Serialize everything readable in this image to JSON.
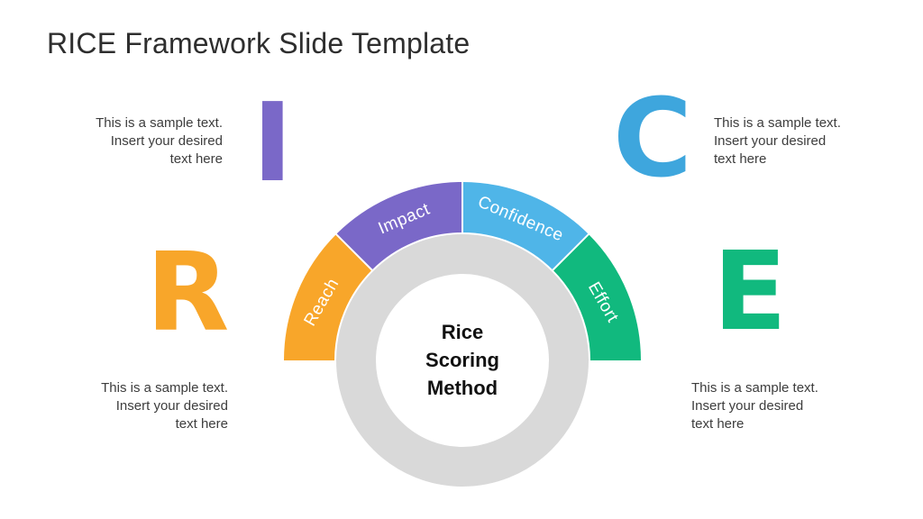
{
  "slide": {
    "title": "RICE Framework Slide Template",
    "background_color": "#ffffff",
    "title_color": "#2e2e2e"
  },
  "letters": [
    {
      "char": "R",
      "color": "#F8A62A"
    },
    {
      "char": "I",
      "color": "#7A68C8"
    },
    {
      "char": "C",
      "color": "#3EA6DD"
    },
    {
      "char": "E",
      "color": "#11B97E"
    }
  ],
  "text_blocks": [
    {
      "placement": "top-left",
      "lines": [
        "This is a sample text.",
        "Insert your desired",
        "text here"
      ]
    },
    {
      "placement": "top-right",
      "lines": [
        "This is a sample text.",
        "Insert your desired",
        "text here"
      ]
    },
    {
      "placement": "bottom-left",
      "lines": [
        "This is a sample text.",
        "Insert your desired",
        "text here"
      ]
    },
    {
      "placement": "bottom-right",
      "lines": [
        "This is a sample text.",
        "Insert your desired",
        "text here"
      ]
    }
  ],
  "diagram": {
    "center_title_lines": [
      "Rice",
      "Scoring",
      "Method"
    ],
    "ring_color": "#D9D9D9",
    "segments": [
      {
        "label": "Reach",
        "color": "#F8A62A"
      },
      {
        "label": "Impact",
        "color": "#7A68C8"
      },
      {
        "label": "Confidence",
        "color": "#4FB5E8"
      },
      {
        "label": "Effort",
        "color": "#11B97E"
      }
    ]
  }
}
